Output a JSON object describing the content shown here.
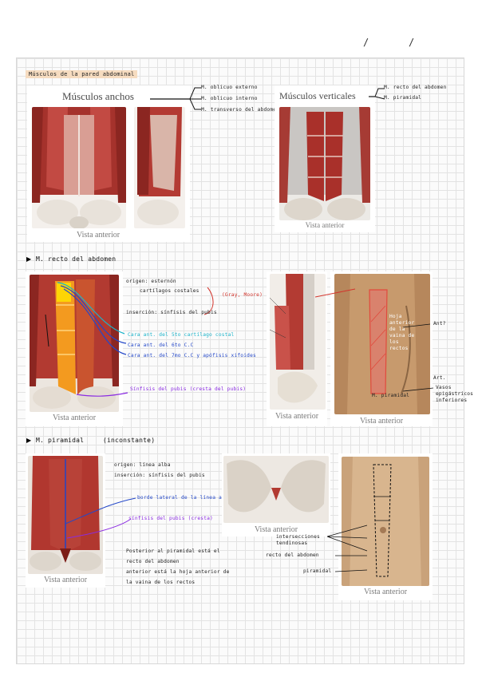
{
  "header": {
    "date_marks": [
      "/",
      "/"
    ]
  },
  "title_highlight": "Músculos de la pared abdominal",
  "section1": {
    "wide_title": "Músculos anchos",
    "wide_items": [
      "M. oblicuo externo",
      "M. oblicuo interno",
      "M. transverso del abdomen"
    ],
    "wide_caption": "Vista anterior",
    "vertical_title": "Músculos verticales",
    "vertical_items": [
      "M. recto del abdomen",
      "M. piramidal"
    ],
    "vertical_caption": "Vista anterior"
  },
  "section2": {
    "heading": "M. recto del abdomen",
    "origin": "origen: esternón",
    "origin2": "cartílagos costales",
    "origin_ref": "(Gray, Moore)",
    "insertion": "inserción: sínfisis del pubis",
    "cyan_note": "Cara ant. del 5to cartílago costal",
    "blue_note1": "Cara ant. del 6to C.C",
    "blue_note2": "Cara ant. del 7mo C.C y apófisis xifoides",
    "purple_note": "Sínfisis del pubis (cresta del pubis)",
    "caption_left": "Vista anterior",
    "caption_mid": "Vista anterior",
    "caption_right": "Vista anterior",
    "cadaver_labels": [
      "Hoja anterior de la vaina de los rectos",
      "M. piramidal"
    ],
    "side_labels": [
      "Ant?",
      "Art.",
      "Vasos epigástricos inferiores"
    ]
  },
  "section3": {
    "heading": "M. piramidal",
    "heading_note": "(inconstante)",
    "origin": "origen: línea alba",
    "insertion": "inserción: sínfisis del pubis",
    "blue_note": "borde lateral de la línea alba",
    "purple_note": "sínfisis del pubis (cresta)",
    "posterior_note": [
      "Posterior al piramidal está el",
      "recto del abdomen",
      "anterior está la hoja anterior de",
      "la vaina de los rectos"
    ],
    "caption_left": "Vista anterior",
    "caption_mid": "Vista anterior",
    "caption_right": "Vista anterior",
    "right_labels": [
      "intersecciones tendinosas",
      "recto del abdomen",
      "piramidal"
    ]
  },
  "colors": {
    "highlight": "#f6dcc0",
    "cyan": "#1bb3c9",
    "blue": "#2448c9",
    "purple": "#8a2be2",
    "red": "#d3342c"
  }
}
